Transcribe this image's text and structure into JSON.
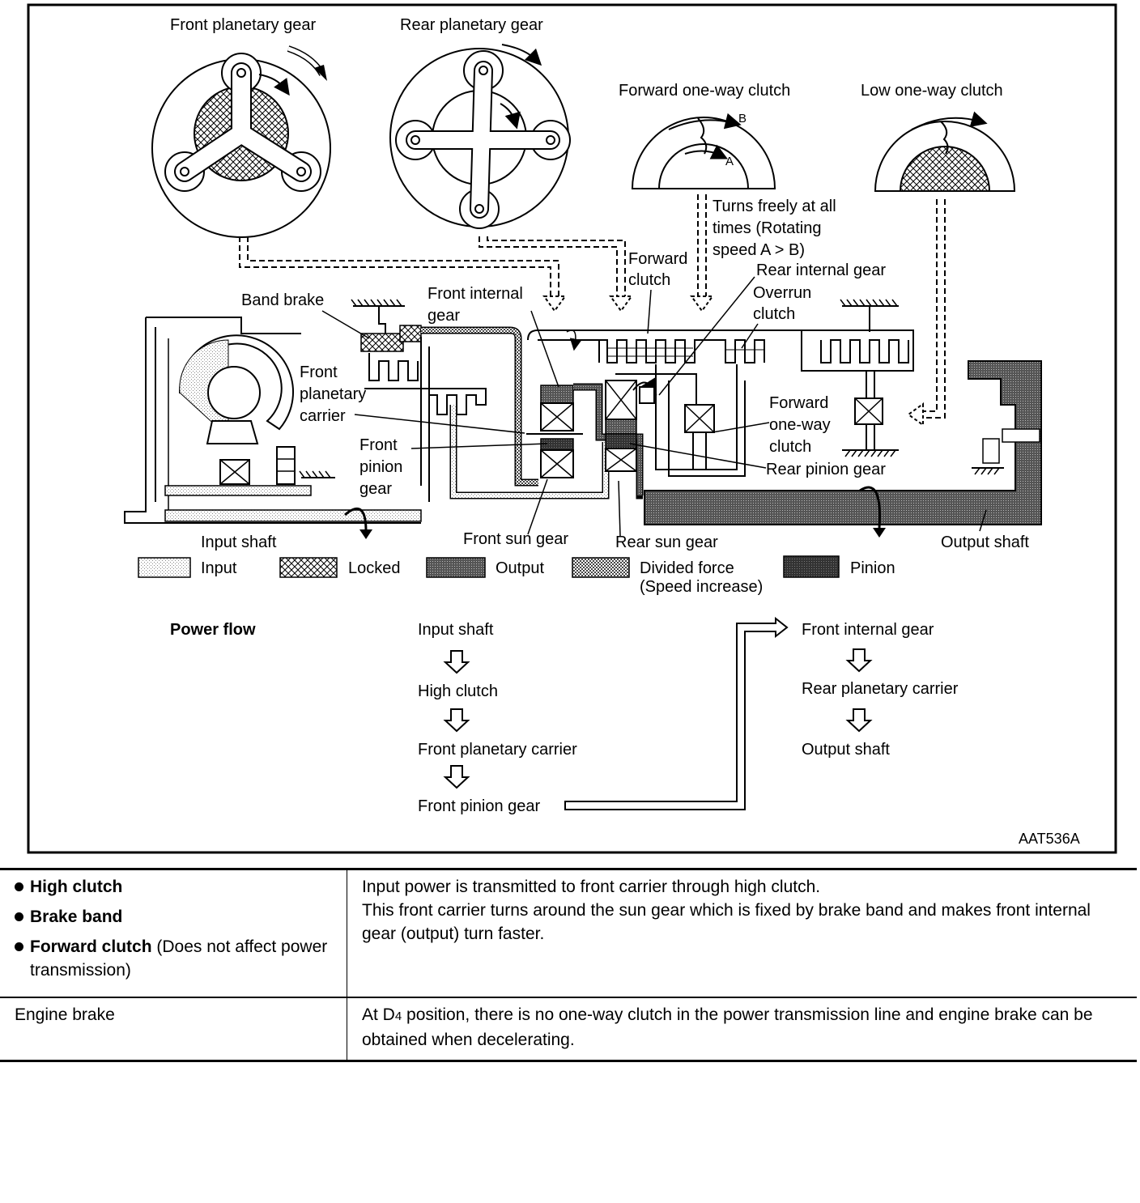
{
  "diagram": {
    "gears": {
      "front_planetary": "Front planetary gear",
      "rear_planetary": "Rear planetary gear",
      "forward_one_way": "Forward one-way clutch",
      "low_one_way": "Low one-way clutch",
      "letter_a": "A",
      "letter_b": "B",
      "turns_freely": [
        "Turns freely at all",
        "times (Rotating",
        "speed A > B)"
      ]
    },
    "labels": {
      "band_brake": "Band brake",
      "front_internal_gear": [
        "Front internal",
        "gear"
      ],
      "forward_clutch": [
        "Forward",
        "clutch"
      ],
      "rear_internal_gear": "Rear internal gear",
      "overrun_clutch": [
        "Overrun",
        "clutch"
      ],
      "front_planetary_carrier": [
        "Front",
        "planetary",
        "carrier"
      ],
      "front_pinion_gear": [
        "Front",
        "pinion",
        "gear"
      ],
      "forward_one_way_clutch": [
        "Forward",
        "one-way",
        "clutch"
      ],
      "rear_pinion_gear": "Rear pinion gear",
      "input_shaft": "Input shaft",
      "front_sun_gear": "Front sun gear",
      "rear_sun_gear": "Rear sun gear",
      "output_shaft": "Output shaft"
    },
    "legend": {
      "input": "Input",
      "locked": "Locked",
      "output": "Output",
      "divided_force": [
        "Divided force",
        "(Speed increase)"
      ],
      "pinion": "Pinion"
    },
    "power_flow": {
      "title": "Power flow",
      "left": [
        "Input shaft",
        "High clutch",
        "Front planetary carrier",
        "Front pinion gear"
      ],
      "right": [
        "Front internal gear",
        "Rear planetary carrier",
        "Output shaft"
      ]
    },
    "figure_code": "AAT536A"
  },
  "table": {
    "row1": {
      "items": [
        {
          "bold": "High clutch",
          "normal": ""
        },
        {
          "bold": "Brake band",
          "normal": ""
        },
        {
          "bold": "Forward clutch",
          "normal": " (Does not affect power transmission)"
        }
      ],
      "description": [
        "Input power is transmitted to front carrier through high clutch.",
        "This front carrier turns around the sun gear which is fixed by brake band and makes front internal gear (output) turn faster."
      ]
    },
    "row2": {
      "label": "Engine brake",
      "desc_prefix": "At D",
      "desc_sub": "4",
      "desc_rest": "  position, there is no one-way clutch in the power transmission line and engine brake can be obtained when decelerating."
    }
  }
}
